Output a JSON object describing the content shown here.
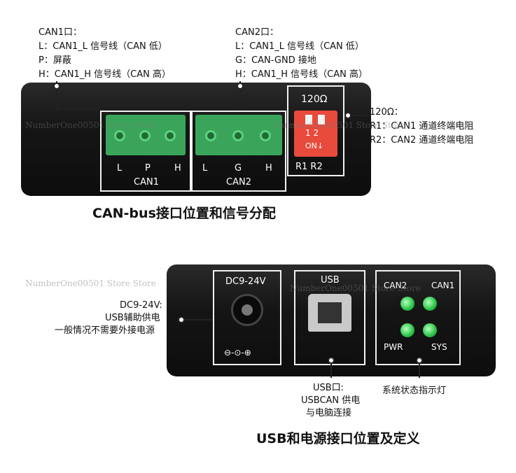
{
  "can1": {
    "title": "CAN1口：",
    "l": "L：CAN1_L 信号线（CAN 低）",
    "p": "P：屏蔽",
    "h": "H：CAN1_H 信号线（CAN 高）"
  },
  "can2": {
    "title": "CAN2口：",
    "l": "L：CAN1_L 信号线（CAN 低）",
    "g": "G：CAN-GND 接地",
    "h": "H：CAN1_H 信号线（CAN 高）"
  },
  "resistor": {
    "title": "120Ω：",
    "r1": "R1：CAN1 通道终端电阻",
    "r2": "R2：CAN2 通道终端电阻"
  },
  "device1": {
    "pin_l1": "L",
    "pin_p": "P",
    "pin_h1": "H",
    "pin_l2": "L",
    "pin_g": "G",
    "pin_h2": "H",
    "label_can1": "CAN1",
    "label_can2": "CAN2",
    "dip_title": "120Ω",
    "dip_nums": "1 2",
    "dip_on": "ON↓",
    "dip_labels": "R1 R2"
  },
  "section1_title": "CAN-bus接口位置和信号分配",
  "device2": {
    "dc_label": "DC9-24V",
    "usb_label": "USB",
    "led_can2": "CAN2",
    "led_can1": "CAN1",
    "led_pwr": "PWR",
    "led_sys": "SYS"
  },
  "dc": {
    "line1": "DC9-24V:",
    "line2": "USB辅助供电",
    "line3": "一般情况不需要外接电源"
  },
  "usb_port": {
    "line1": "USB口:",
    "line2": "USBCAN 供电",
    "line3": "与电脑连接"
  },
  "status_lights": "系统状态指示灯",
  "section2_title": "USB和电源接口位置及定义",
  "watermark": "NumberOne00501 Store Store"
}
